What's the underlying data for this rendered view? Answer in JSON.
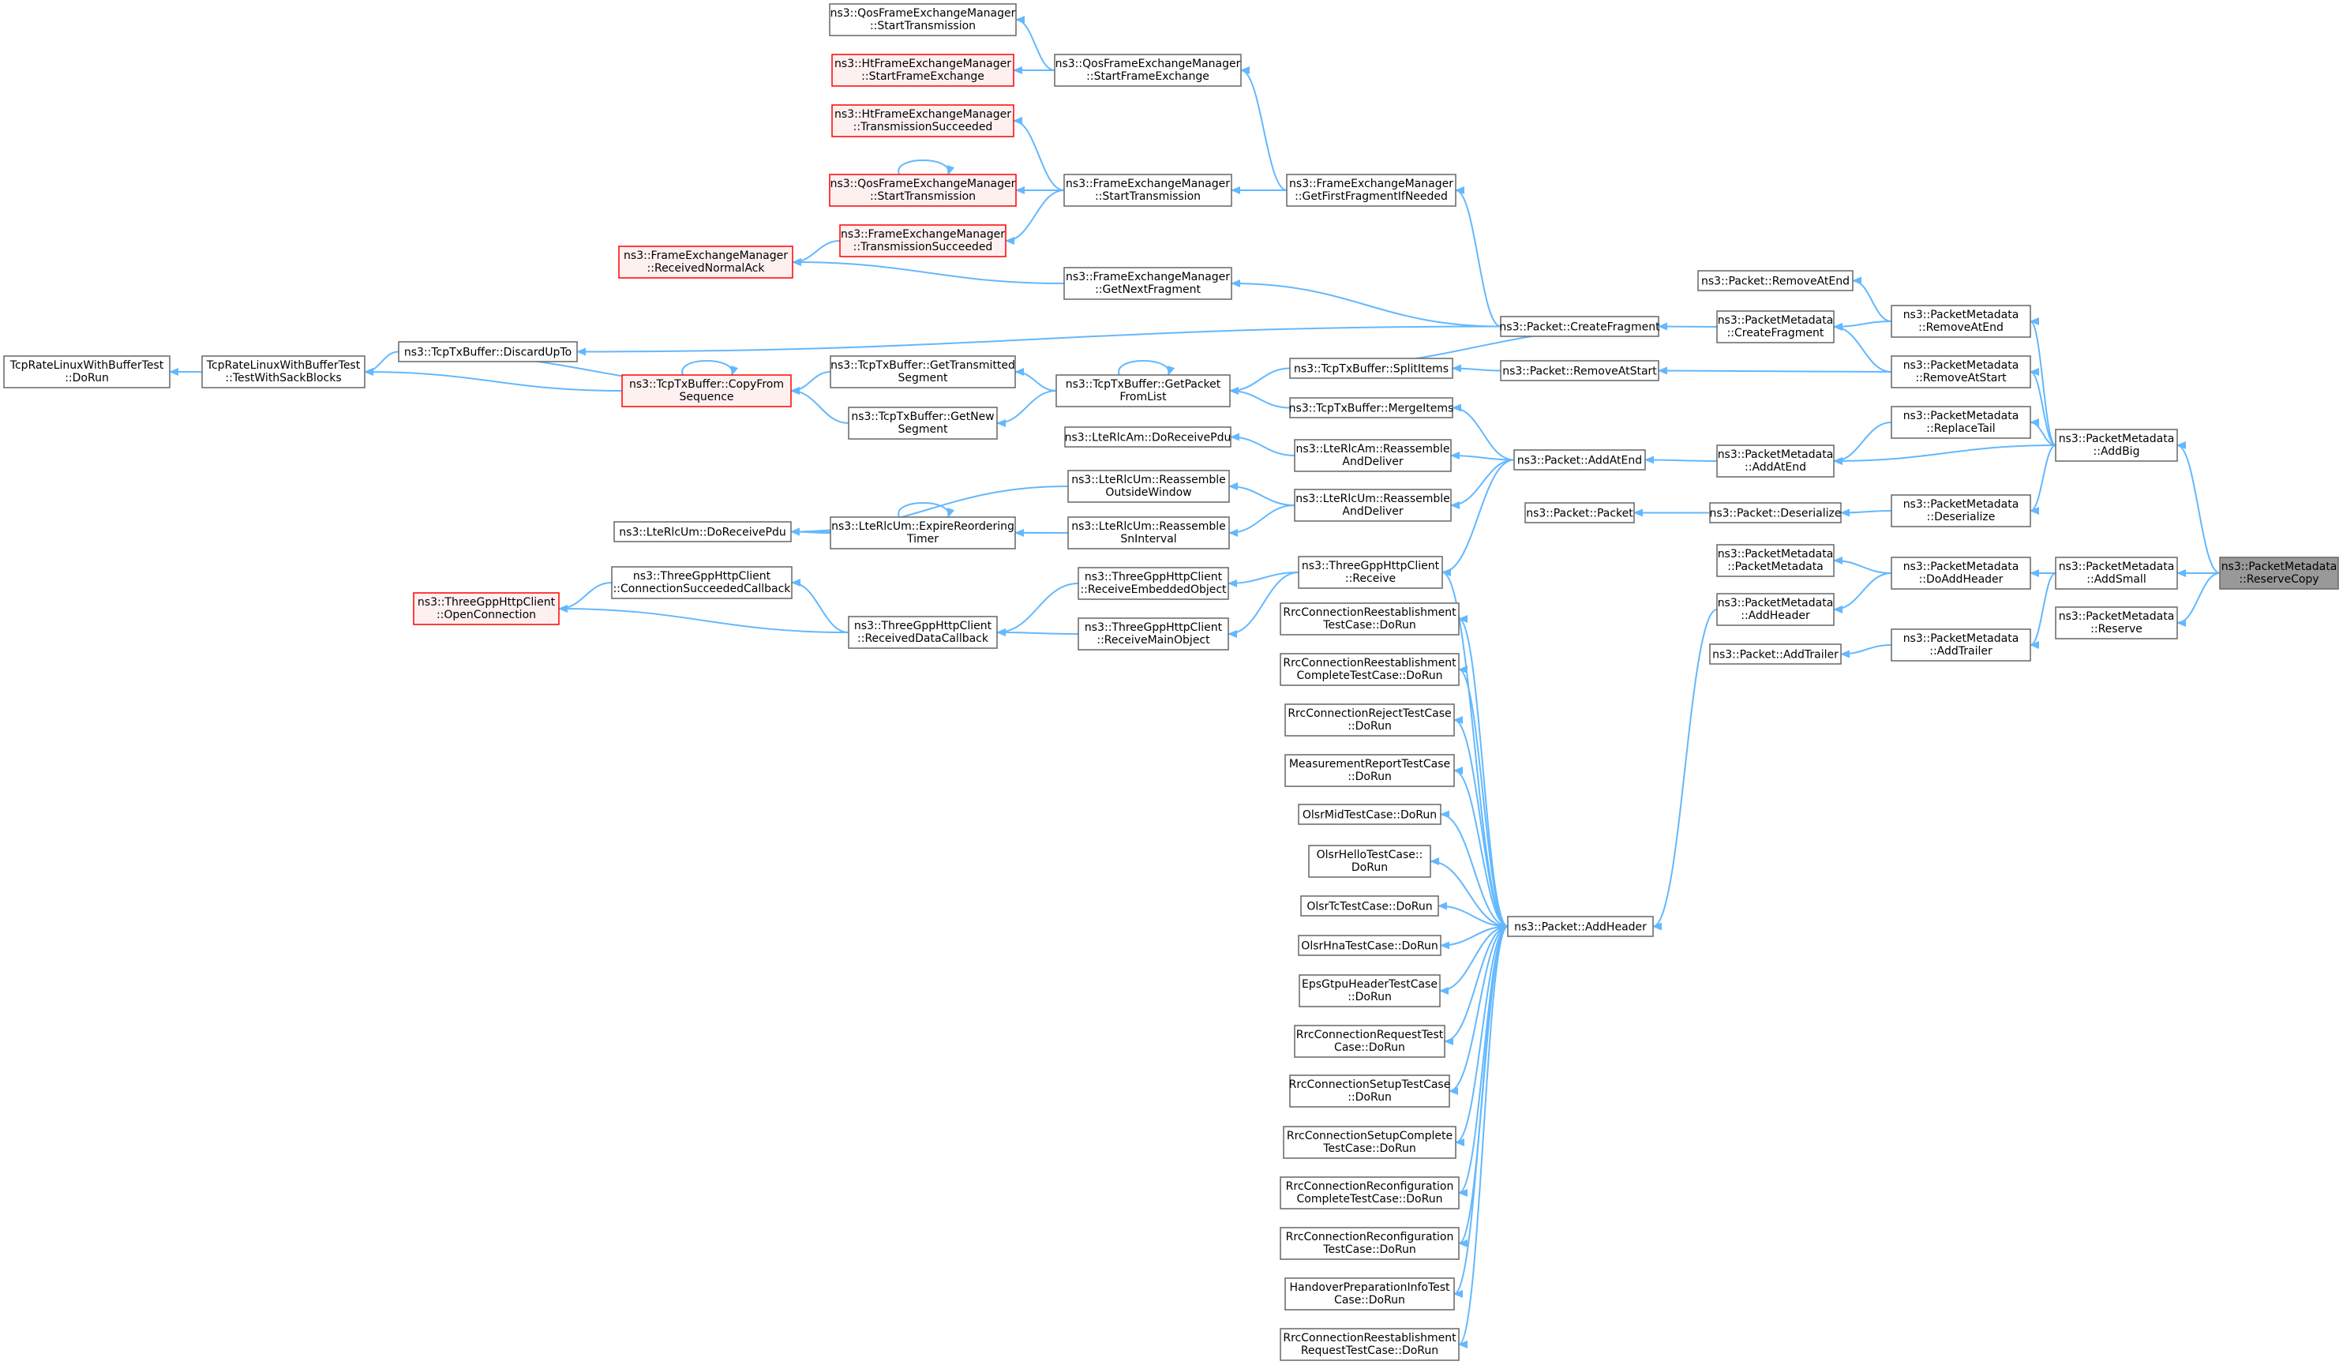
{
  "nodes": {
    "n1": {
      "lines": [
        "ns3::QosFrameExchangeManager",
        "::StartTransmission"
      ]
    },
    "n2": {
      "lines": [
        "ns3::HtFrameExchangeManager",
        "::StartFrameExchange"
      ]
    },
    "n3": {
      "lines": [
        "ns3::QosFrameExchangeManager",
        "::StartFrameExchange"
      ]
    },
    "n4": {
      "lines": [
        "ns3::HtFrameExchangeManager",
        "::TransmissionSucceeded"
      ]
    },
    "n5": {
      "lines": [
        "ns3::QosFrameExchangeManager",
        "::StartTransmission"
      ]
    },
    "n6": {
      "lines": [
        "ns3::FrameExchangeManager",
        "::StartTransmission"
      ]
    },
    "n7": {
      "lines": [
        "ns3::FrameExchangeManager",
        "::GetFirstFragmentIfNeeded"
      ]
    },
    "n8": {
      "lines": [
        "ns3::FrameExchangeManager",
        "::TransmissionSucceeded"
      ]
    },
    "n9": {
      "lines": [
        "ns3::FrameExchangeManager",
        "::ReceivedNormalAck"
      ]
    },
    "n10": {
      "lines": [
        "ns3::FrameExchangeManager",
        "::GetNextFragment"
      ]
    },
    "n11": {
      "lines": [
        "ns3::Packet::RemoveAtEnd"
      ]
    },
    "n12": {
      "lines": [
        "ns3::PacketMetadata",
        "::RemoveAtEnd"
      ]
    },
    "n13": {
      "lines": [
        "ns3::PacketMetadata",
        "::CreateFragment"
      ]
    },
    "n14": {
      "lines": [
        "ns3::Packet::CreateFragment"
      ]
    },
    "n15": {
      "lines": [
        "ns3::TcpTxBuffer::DiscardUpTo"
      ]
    },
    "n16": {
      "lines": [
        "TcpRateLinuxWithBufferTest",
        "::DoRun"
      ]
    },
    "n17": {
      "lines": [
        "TcpRateLinuxWithBufferTest",
        "::TestWithSackBlocks"
      ]
    },
    "n18": {
      "lines": [
        "ns3::TcpTxBuffer::CopyFrom",
        "Sequence"
      ]
    },
    "n19": {
      "lines": [
        "ns3::TcpTxBuffer::GetTransmitted",
        "Segment"
      ]
    },
    "n20": {
      "lines": [
        "ns3::TcpTxBuffer::GetPacket",
        "FromList"
      ]
    },
    "n21": {
      "lines": [
        "ns3::TcpTxBuffer::SplitItems"
      ]
    },
    "n22": {
      "lines": [
        "ns3::Packet::RemoveAtStart"
      ]
    },
    "n23": {
      "lines": [
        "ns3::PacketMetadata",
        "::RemoveAtStart"
      ]
    },
    "n24": {
      "lines": [
        "ns3::TcpTxBuffer::GetNew",
        "Segment"
      ]
    },
    "n25": {
      "lines": [
        "ns3::TcpTxBuffer::MergeItems"
      ]
    },
    "n26": {
      "lines": [
        "ns3::PacketMetadata",
        "::ReplaceTail"
      ]
    },
    "n27": {
      "lines": [
        "ns3::PacketMetadata",
        "::AddBig"
      ]
    },
    "n28": {
      "lines": [
        "ns3::LteRlcAm::DoReceivePdu"
      ]
    },
    "n29": {
      "lines": [
        "ns3::LteRlcAm::Reassemble",
        "AndDeliver"
      ]
    },
    "n30": {
      "lines": [
        "ns3::Packet::AddAtEnd"
      ]
    },
    "n31": {
      "lines": [
        "ns3::PacketMetadata",
        "::AddAtEnd"
      ]
    },
    "n32": {
      "lines": [
        "ns3::LteRlcUm::Reassemble",
        "OutsideWindow"
      ]
    },
    "n33": {
      "lines": [
        "ns3::LteRlcUm::Reassemble",
        "AndDeliver"
      ]
    },
    "n34": {
      "lines": [
        "ns3::Packet::Packet"
      ]
    },
    "n35": {
      "lines": [
        "ns3::Packet::Deserialize"
      ]
    },
    "n36": {
      "lines": [
        "ns3::PacketMetadata",
        "::Deserialize"
      ]
    },
    "n37": {
      "lines": [
        "ns3::LteRlcUm::DoReceivePdu"
      ]
    },
    "n38": {
      "lines": [
        "ns3::LteRlcUm::ExpireReordering",
        "Timer"
      ]
    },
    "n39": {
      "lines": [
        "ns3::LteRlcUm::Reassemble",
        "SnInterval"
      ]
    },
    "n40": {
      "lines": [
        "ns3::PacketMetadata",
        "::PacketMetadata"
      ]
    },
    "n41": {
      "lines": [
        "ns3::PacketMetadata",
        "::DoAddHeader"
      ]
    },
    "n42": {
      "lines": [
        "ns3::PacketMetadata",
        "::AddSmall"
      ]
    },
    "n43": {
      "lines": [
        "ns3::PacketMetadata",
        "::ReserveCopy"
      ]
    },
    "n44": {
      "lines": [
        "ns3::ThreeGppHttpClient",
        "::Receive"
      ]
    },
    "n45": {
      "lines": [
        "ns3::ThreeGppHttpClient",
        "::ConnectionSucceededCallback"
      ]
    },
    "n46": {
      "lines": [
        "ns3::ThreeGppHttpClient",
        "::OpenConnection"
      ]
    },
    "n47": {
      "lines": [
        "ns3::ThreeGppHttpClient",
        "::ReceiveEmbeddedObject"
      ]
    },
    "n48": {
      "lines": [
        "ns3::PacketMetadata",
        "::AddHeader"
      ]
    },
    "n49": {
      "lines": [
        "ns3::PacketMetadata",
        "::Reserve"
      ]
    },
    "n50": {
      "lines": [
        "ns3::ThreeGppHttpClient",
        "::ReceivedDataCallback"
      ]
    },
    "n51": {
      "lines": [
        "ns3::ThreeGppHttpClient",
        "::ReceiveMainObject"
      ]
    },
    "n52": {
      "lines": [
        "RrcConnectionReestablishment",
        "TestCase::DoRun"
      ]
    },
    "n53": {
      "lines": [
        "ns3::Packet::AddTrailer"
      ]
    },
    "n54": {
      "lines": [
        "ns3::PacketMetadata",
        "::AddTrailer"
      ]
    },
    "n55": {
      "lines": [
        "RrcConnectionReestablishment",
        "CompleteTestCase::DoRun"
      ]
    },
    "n56": {
      "lines": [
        "RrcConnectionRejectTestCase",
        "::DoRun"
      ]
    },
    "n57": {
      "lines": [
        "MeasurementReportTestCase",
        "::DoRun"
      ]
    },
    "n58": {
      "lines": [
        "OlsrMidTestCase::DoRun"
      ]
    },
    "n59": {
      "lines": [
        "OlsrHelloTestCase::",
        "DoRun"
      ]
    },
    "n60": {
      "lines": [
        "OlsrTcTestCase::DoRun"
      ]
    },
    "n61": {
      "lines": [
        "ns3::Packet::AddHeader"
      ]
    },
    "n62": {
      "lines": [
        "OlsrHnaTestCase::DoRun"
      ]
    },
    "n63": {
      "lines": [
        "EpsGtpuHeaderTestCase",
        "::DoRun"
      ]
    },
    "n64": {
      "lines": [
        "RrcConnectionRequestTest",
        "Case::DoRun"
      ]
    },
    "n65": {
      "lines": [
        "RrcConnectionSetupTestCase",
        "::DoRun"
      ]
    },
    "n66": {
      "lines": [
        "RrcConnectionSetupComplete",
        "TestCase::DoRun"
      ]
    },
    "n67": {
      "lines": [
        "RrcConnectionReconfiguration",
        "CompleteTestCase::DoRun"
      ]
    },
    "n68": {
      "lines": [
        "RrcConnectionReconfiguration",
        "TestCase::DoRun"
      ]
    },
    "n69": {
      "lines": [
        "HandoverPreparationInfoTest",
        "Case::DoRun"
      ]
    },
    "n70": {
      "lines": [
        "RrcConnectionReestablishment",
        "RequestTestCase::DoRun"
      ]
    }
  },
  "colors": {
    "edge": "#63b8ff",
    "node_border": "#666666",
    "node_truncated_border": "#ff0000",
    "current_fill": "#999999"
  }
}
